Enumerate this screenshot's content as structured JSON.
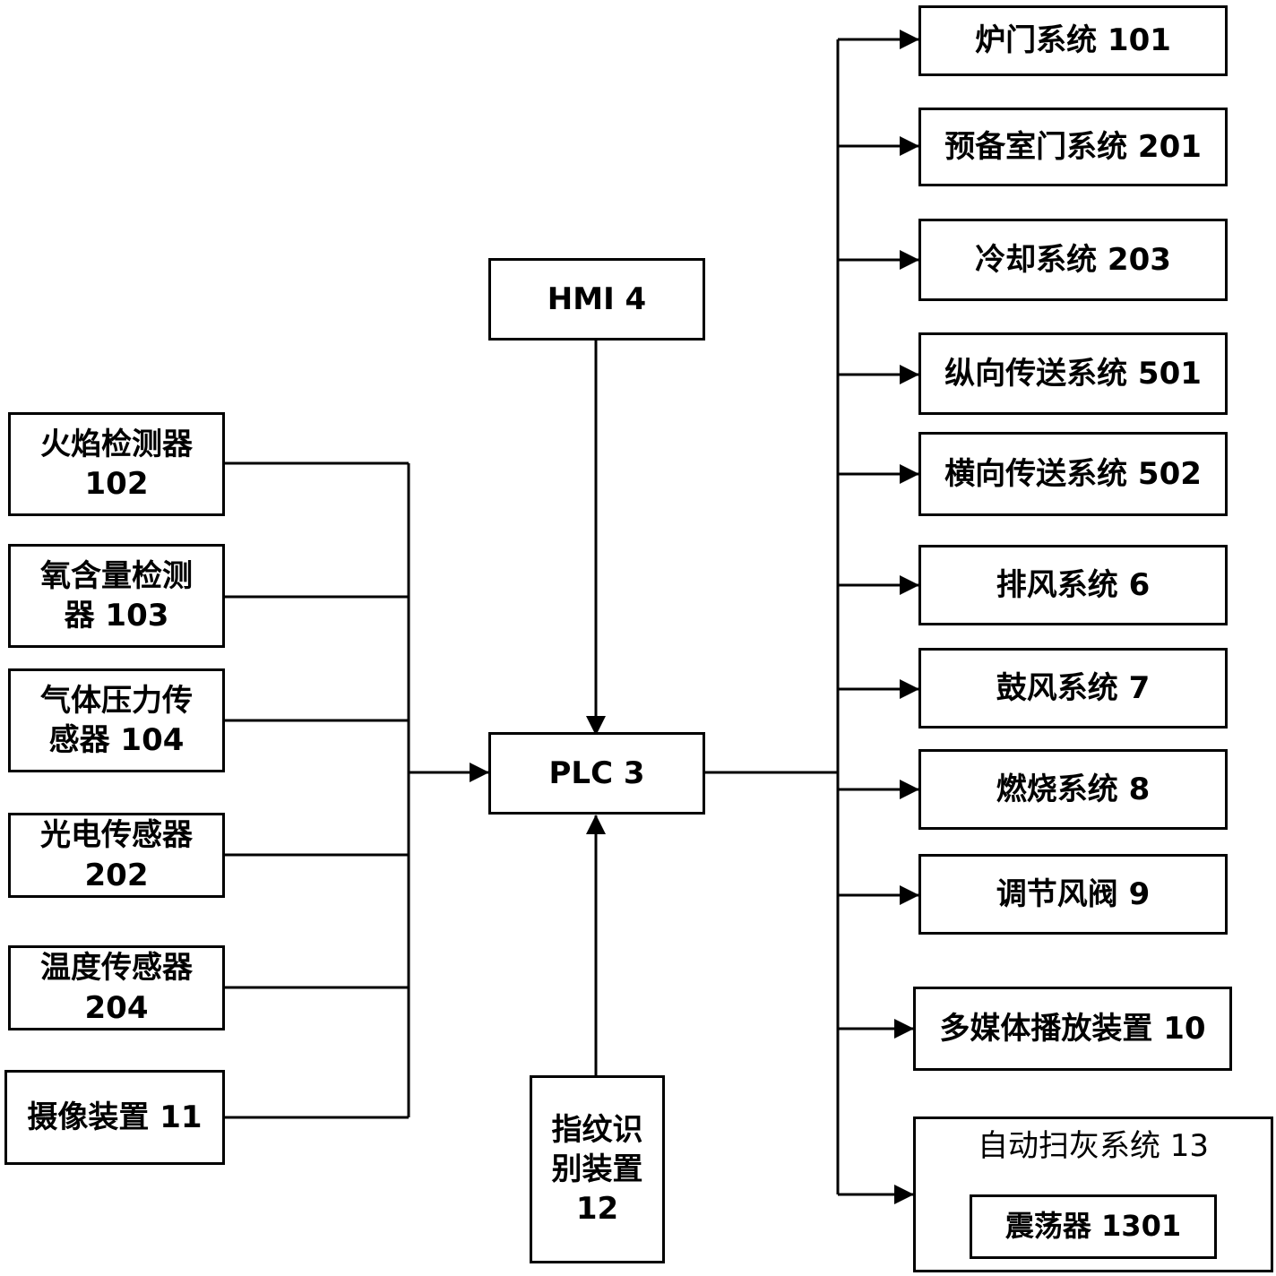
{
  "center": {
    "plc": "PLC 3",
    "hmi": "HMI 4"
  },
  "inputs": [
    {
      "id": "flame",
      "line1": "火焰检测器",
      "line2": "102"
    },
    {
      "id": "oxygen",
      "line1": "氧含量检测",
      "line2": "器 103"
    },
    {
      "id": "pressure",
      "line1": "气体压力传",
      "line2": "感器 104"
    },
    {
      "id": "photo",
      "line1": "光电传感器",
      "line2": "202"
    },
    {
      "id": "temp",
      "line1": "温度传感器",
      "line2": "204"
    },
    {
      "id": "camera",
      "line1": "摄像装置  11",
      "line2": ""
    }
  ],
  "fingerprint": {
    "line1": "指纹识",
    "line2": "别装置",
    "line3": "12"
  },
  "outputs": [
    "炉门系统 101",
    "预备室门系统 201",
    "冷却系统 203",
    "纵向传送系统 501",
    "横向传送系统 502",
    "排风系统  6",
    "鼓风系统  7",
    "燃烧系统  8",
    "调节风阀  9",
    "多媒体播放装置  10"
  ],
  "ash_system": {
    "title": "自动扫灰系统  13",
    "sub": "震荡器  1301"
  }
}
